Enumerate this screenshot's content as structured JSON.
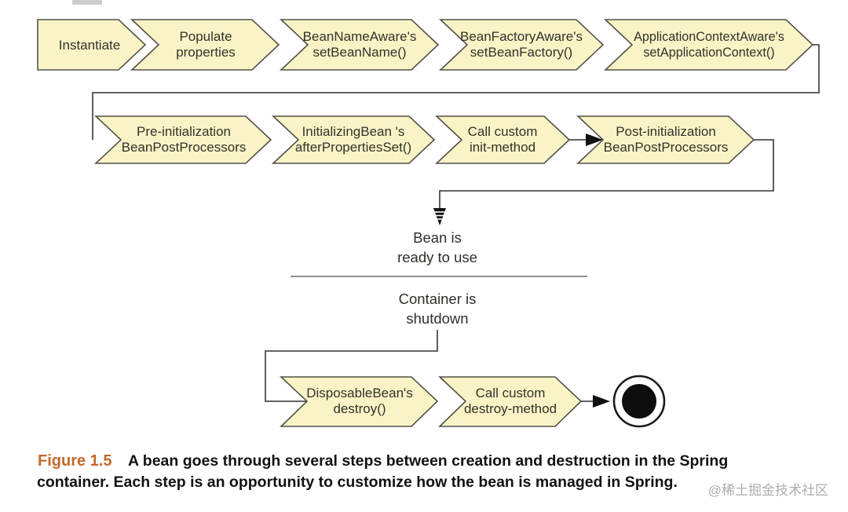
{
  "diagram": {
    "row1": [
      {
        "id": "instantiate",
        "line1": "Instantiate",
        "line2": ""
      },
      {
        "id": "populate-properties",
        "line1": "Populate",
        "line2": "properties"
      },
      {
        "id": "set-bean-name",
        "line1": "BeanNameAware's",
        "line2": "setBeanName()"
      },
      {
        "id": "set-bean-factory",
        "line1": "BeanFactoryAware's",
        "line2": "setBeanFactory()"
      },
      {
        "id": "set-application-context",
        "line1": "ApplicationContextAware's",
        "line2": "setApplicationContext()"
      }
    ],
    "row2": [
      {
        "id": "pre-init-beanpostprocessors",
        "line1": "Pre-initialization",
        "line2": "BeanPostProcessors"
      },
      {
        "id": "initializing-bean",
        "line1": "InitializingBean 's",
        "line2": "afterPropertiesSet()"
      },
      {
        "id": "call-init-method",
        "line1": "Call custom",
        "line2": "init-method"
      },
      {
        "id": "post-init-beanpostprocessors",
        "line1": "Post-initialization",
        "line2": "BeanPostProcessors"
      }
    ],
    "row3": [
      {
        "id": "disposable-bean",
        "line1": "DisposableBean's",
        "line2": "destroy()"
      },
      {
        "id": "call-destroy-method",
        "line1": "Call custom",
        "line2": "destroy-method"
      }
    ],
    "ready_state": {
      "line1": "Bean is",
      "line2": "ready to use"
    },
    "shutdown_state": {
      "line1": "Container is",
      "line2": "shutdown"
    }
  },
  "caption": {
    "label": "Figure 1.5",
    "line1": "A bean goes through several steps between creation and destruction in the Spring",
    "line2": "container. Each step is an opportunity to customize how the bean is managed in Spring."
  },
  "watermark": "@稀土掘金技术社区",
  "colors": {
    "chevron_fill": "#FAF3C6",
    "chevron_border": "#52524A",
    "connector_line": "#4D4D4D",
    "end_state_fill": "#0D0D0D",
    "caption_accent": "#C3682C",
    "caption_text": "#121212",
    "watermark_text": "#ADADAD"
  },
  "icons": {
    "end_state": "filled-circle-in-ring",
    "flow_arrow": "black-triangle-arrowhead"
  }
}
